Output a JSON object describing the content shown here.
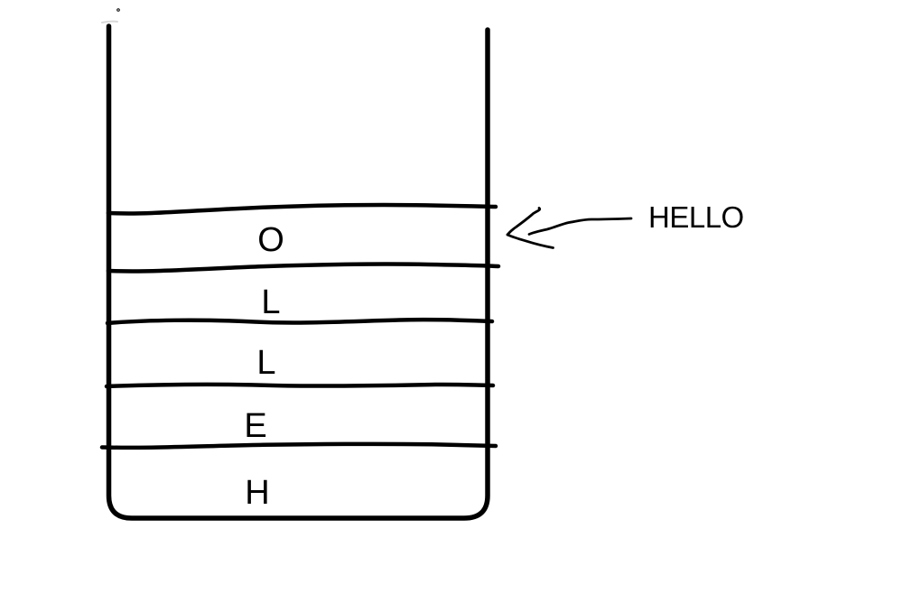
{
  "colors": {
    "ink": "#000000",
    "background": "#ffffff",
    "smudge": "#d8d8d8"
  },
  "stack": {
    "items": [
      {
        "label": "O"
      },
      {
        "label": "L"
      },
      {
        "label": "L"
      },
      {
        "label": "E"
      },
      {
        "label": "H"
      }
    ]
  },
  "annotation": {
    "label": "HELLO"
  }
}
